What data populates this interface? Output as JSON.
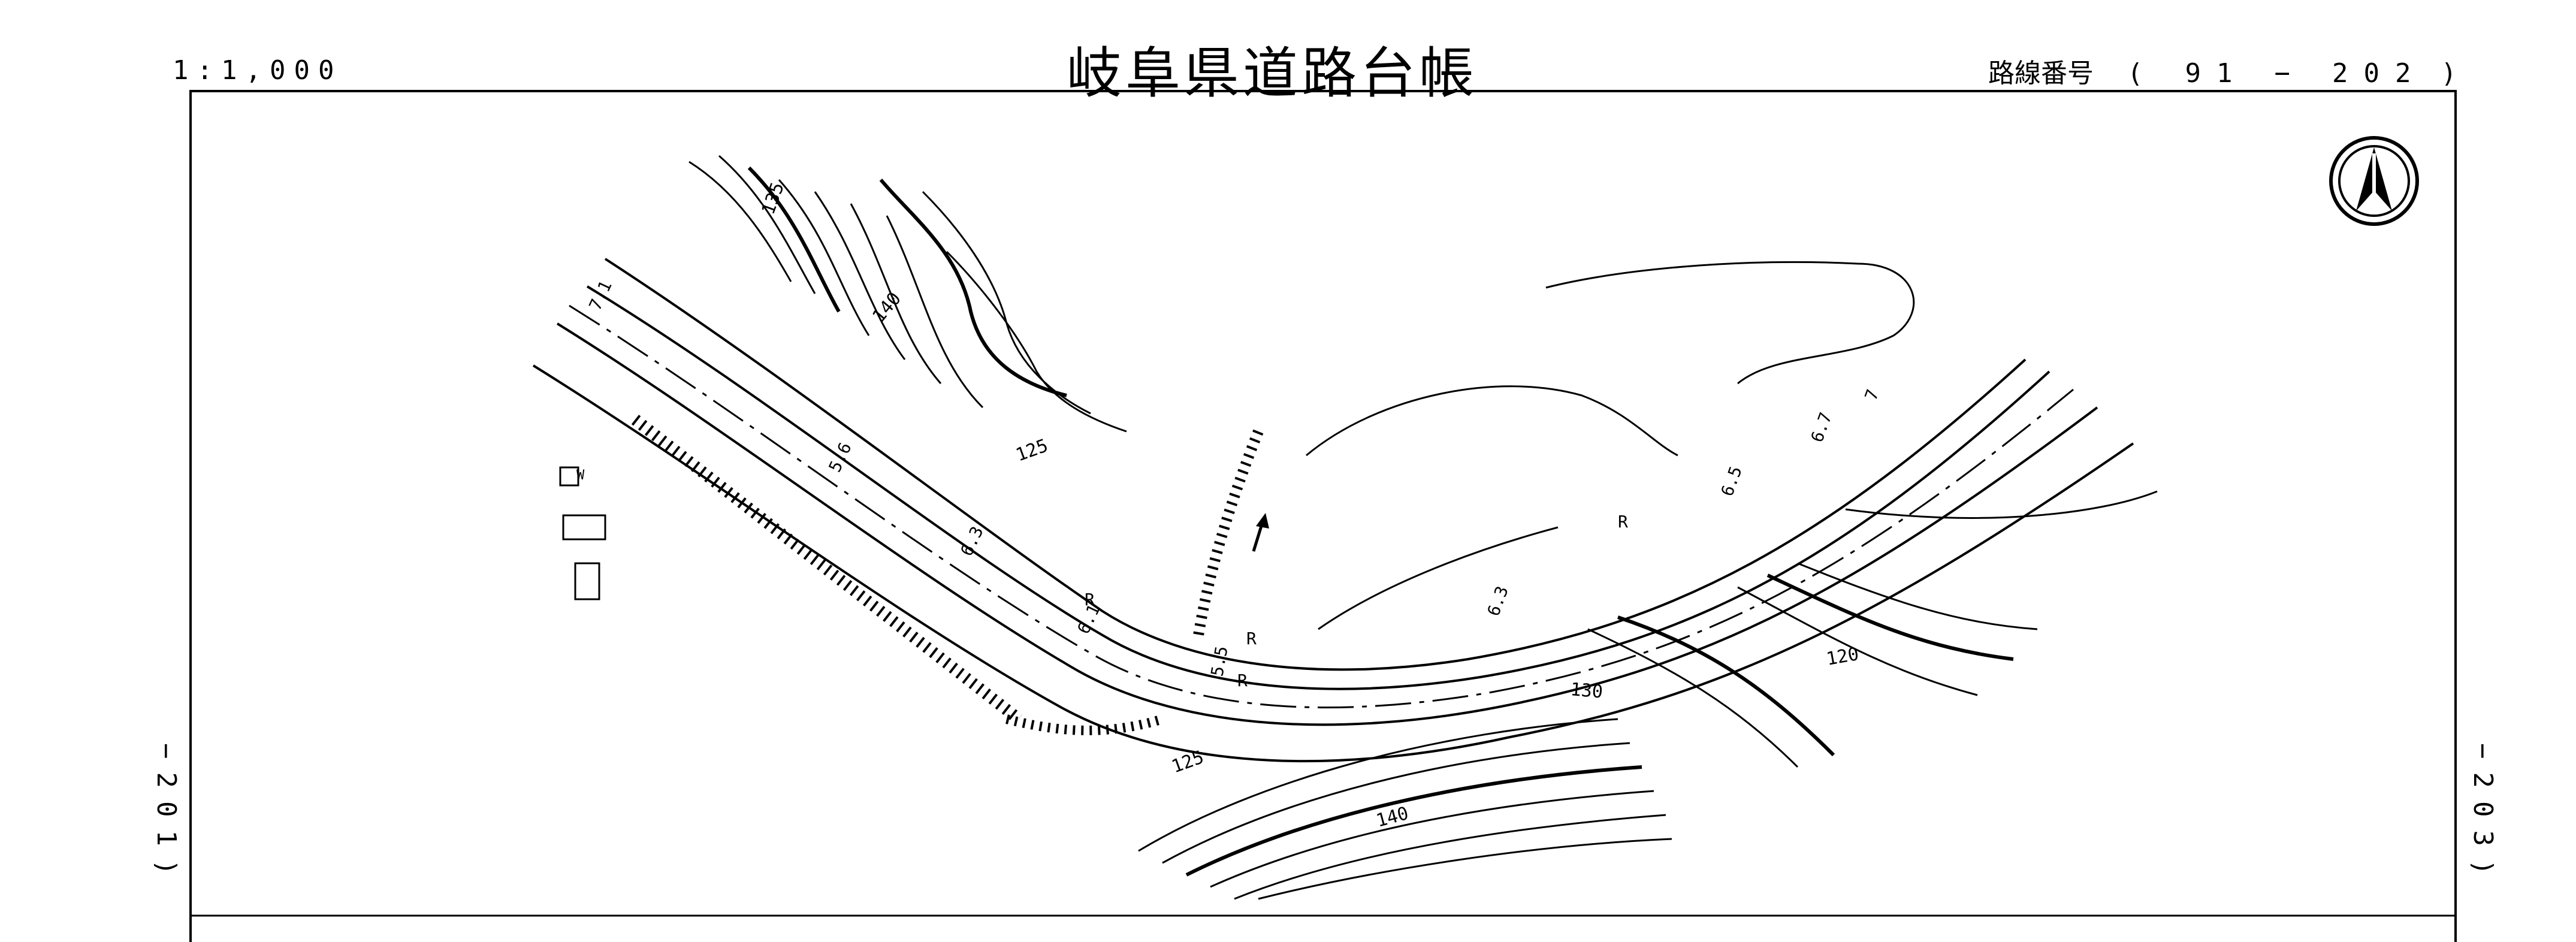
{
  "header": {
    "scale": "1:1,000",
    "title": "岐阜県道路台帳",
    "route_label": "路線番号",
    "route_open": "(",
    "route_number_a": "91",
    "route_dash": "−",
    "route_number_b": "202",
    "route_close": ")"
  },
  "sheet_refs": {
    "left": "−201)",
    "right": "−203)"
  },
  "map": {
    "north_arrow_icon": "north-arrow-icon",
    "labels": {
      "contour_135": "135",
      "contour_140_top": "140",
      "contour_125_top": "125",
      "contour_125_bottom": "125",
      "contour_140_bottom": "140",
      "contour_130": "130",
      "contour_120": "120",
      "width_71": "7.1",
      "width_56": "5.6",
      "width_63_left": "6.3",
      "width_61": "6.1",
      "width_55": "5.5",
      "width_63_mid": "6.3",
      "width_65": "6.5",
      "width_67": "6.7",
      "width_7": "7",
      "r1": "R",
      "r2": "R",
      "r3": "R",
      "r4": "R",
      "w_mark": "W"
    }
  },
  "colors": {
    "ink": "#000000",
    "paper": "#ffffff"
  }
}
